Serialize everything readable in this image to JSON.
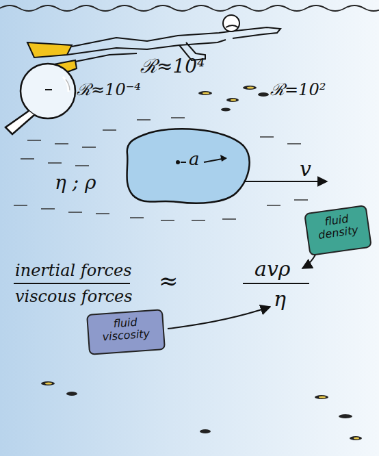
{
  "diagram": {
    "nodes": [
      {
        "text": [
          "a"
        ]
      },
      {
        "text": [
          "fluid density"
        ]
      },
      {
        "text": [
          "fluid viscosity"
        ]
      }
    ],
    "labels": [
      "ℛ≈10⁴",
      "ℛ≈10⁻⁴",
      "ℛ=10²",
      "v",
      "η ; ρ",
      "inertial forces",
      "viscous forces",
      "≈",
      "avρ",
      "η"
    ]
  }
}
